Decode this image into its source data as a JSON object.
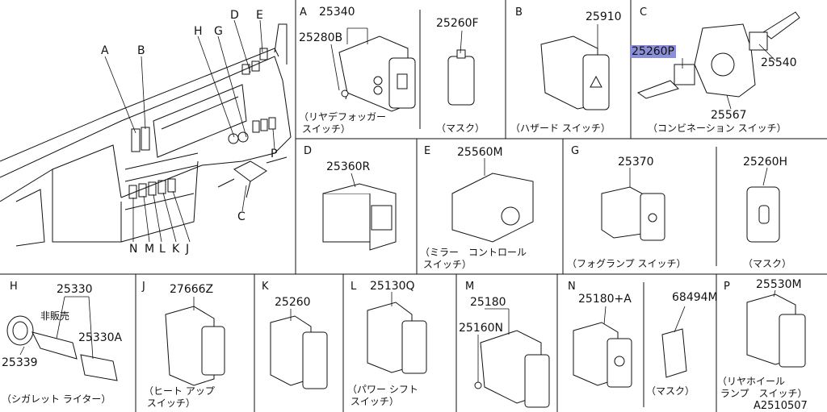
{
  "overview_letters": [
    "A",
    "B",
    "D",
    "E",
    "H",
    "G",
    "P",
    "C",
    "N",
    "M",
    "L",
    "K",
    "J"
  ],
  "cells": {
    "A": {
      "letter": "A",
      "parts": [
        "25340",
        "25280B"
      ],
      "caption": "（リヤデフォッガー\n スイッチ）"
    },
    "A2": {
      "parts": [
        "25260F"
      ],
      "caption": "（マスク）"
    },
    "B": {
      "letter": "B",
      "parts": [
        "25910"
      ],
      "caption": "（ハザード スイッチ）"
    },
    "C": {
      "letter": "C",
      "parts": [
        "25260P",
        "25540",
        "25567"
      ],
      "caption": "（コンビネーション スイッチ）"
    },
    "D": {
      "letter": "D",
      "parts": [
        "25360R"
      ]
    },
    "E": {
      "letter": "E",
      "parts": [
        "25560M"
      ],
      "caption": "（ミラー　コントロール\n スイッチ）"
    },
    "G": {
      "letter": "G",
      "parts": [
        "25370"
      ],
      "caption": "（フォグランプ スイッチ）"
    },
    "G2": {
      "parts": [
        "25260H"
      ],
      "caption": "（マスク）"
    },
    "H": {
      "letter": "H",
      "parts": [
        "25330",
        "25339",
        "25330A"
      ],
      "note": "非販売",
      "caption": "（シガレット ライター）"
    },
    "J": {
      "letter": "J",
      "parts": [
        "27666Z"
      ],
      "caption": "（ヒート アップ\n スイッチ）"
    },
    "K": {
      "letter": "K",
      "parts": [
        "25260"
      ]
    },
    "L": {
      "letter": "L",
      "parts": [
        "25130Q"
      ],
      "caption": "（パワー シフト\n スイッチ）"
    },
    "M": {
      "letter": "M",
      "parts": [
        "25180",
        "25160N"
      ]
    },
    "N": {
      "letter": "N",
      "parts": [
        "25180+A"
      ]
    },
    "N2": {
      "parts": [
        "68494M"
      ],
      "caption": "（マスク）"
    },
    "P": {
      "letter": "P",
      "parts": [
        "25530M"
      ],
      "caption": "（リヤホイール\n ランプ　スイッチ）"
    }
  },
  "highlight_color": "#8a8fd6",
  "footer_code": "A2510507"
}
